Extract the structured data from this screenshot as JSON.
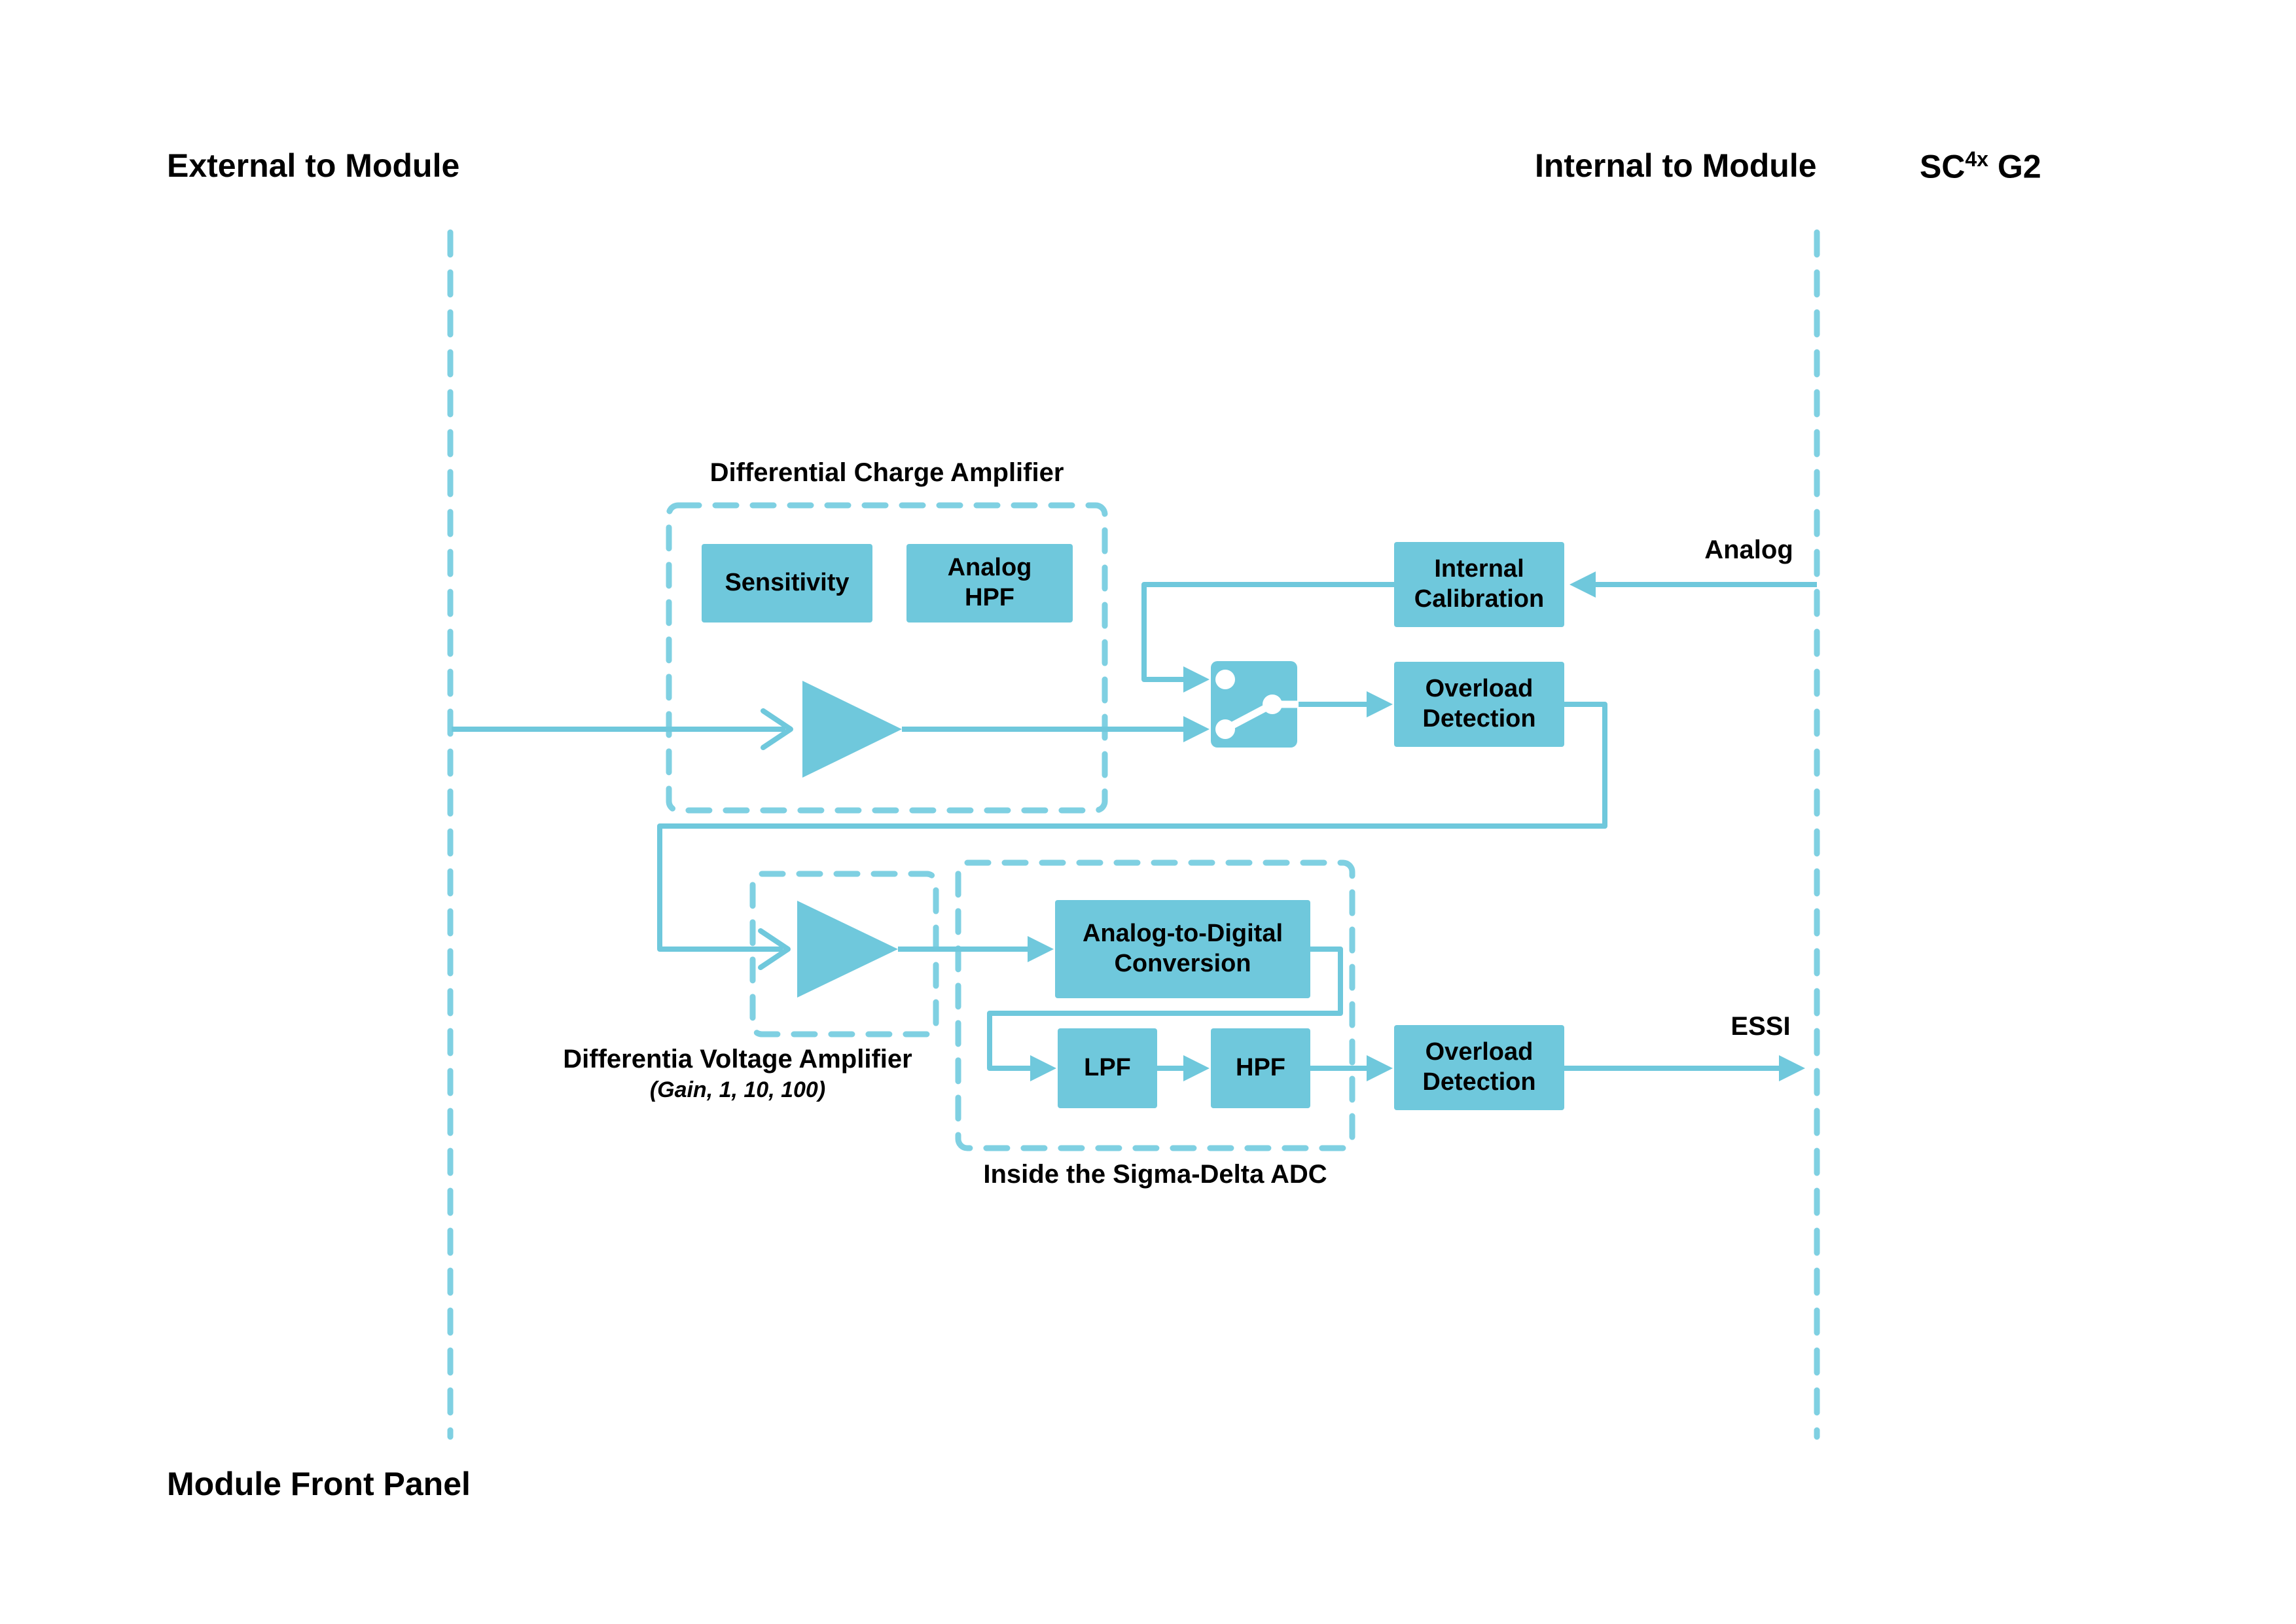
{
  "colors": {
    "accent": "#6FC8DC",
    "dash": "#7FD0E2",
    "text": "#000000",
    "background": "#FFFFFF"
  },
  "header": {
    "external": "External to Module",
    "internal": "Internal to Module",
    "product_base": "SC",
    "product_sup": "4x",
    "product_rest": " G2"
  },
  "footer": {
    "front_panel": "Module Front Panel"
  },
  "charge_amp": {
    "title": "Differential Charge Amplifier",
    "sensitivity": "Sensitivity",
    "analog_hpf": "Analog\nHPF"
  },
  "calibration": {
    "label": "Internal\nCalibration",
    "input_label": "Analog"
  },
  "overload_top": {
    "label": "Overload\nDetection"
  },
  "voltage_amp": {
    "label": "Differentia Voltage Amplifier",
    "gain": "(Gain, 1, 10, 100)"
  },
  "adc": {
    "caption": "Inside the Sigma-Delta ADC",
    "conversion": "Analog-to-Digital\nConversion",
    "lpf": "LPF",
    "hpf": "HPF"
  },
  "overload_bottom": {
    "label": "Overload\nDetection"
  },
  "output": {
    "label": "ESSI"
  }
}
